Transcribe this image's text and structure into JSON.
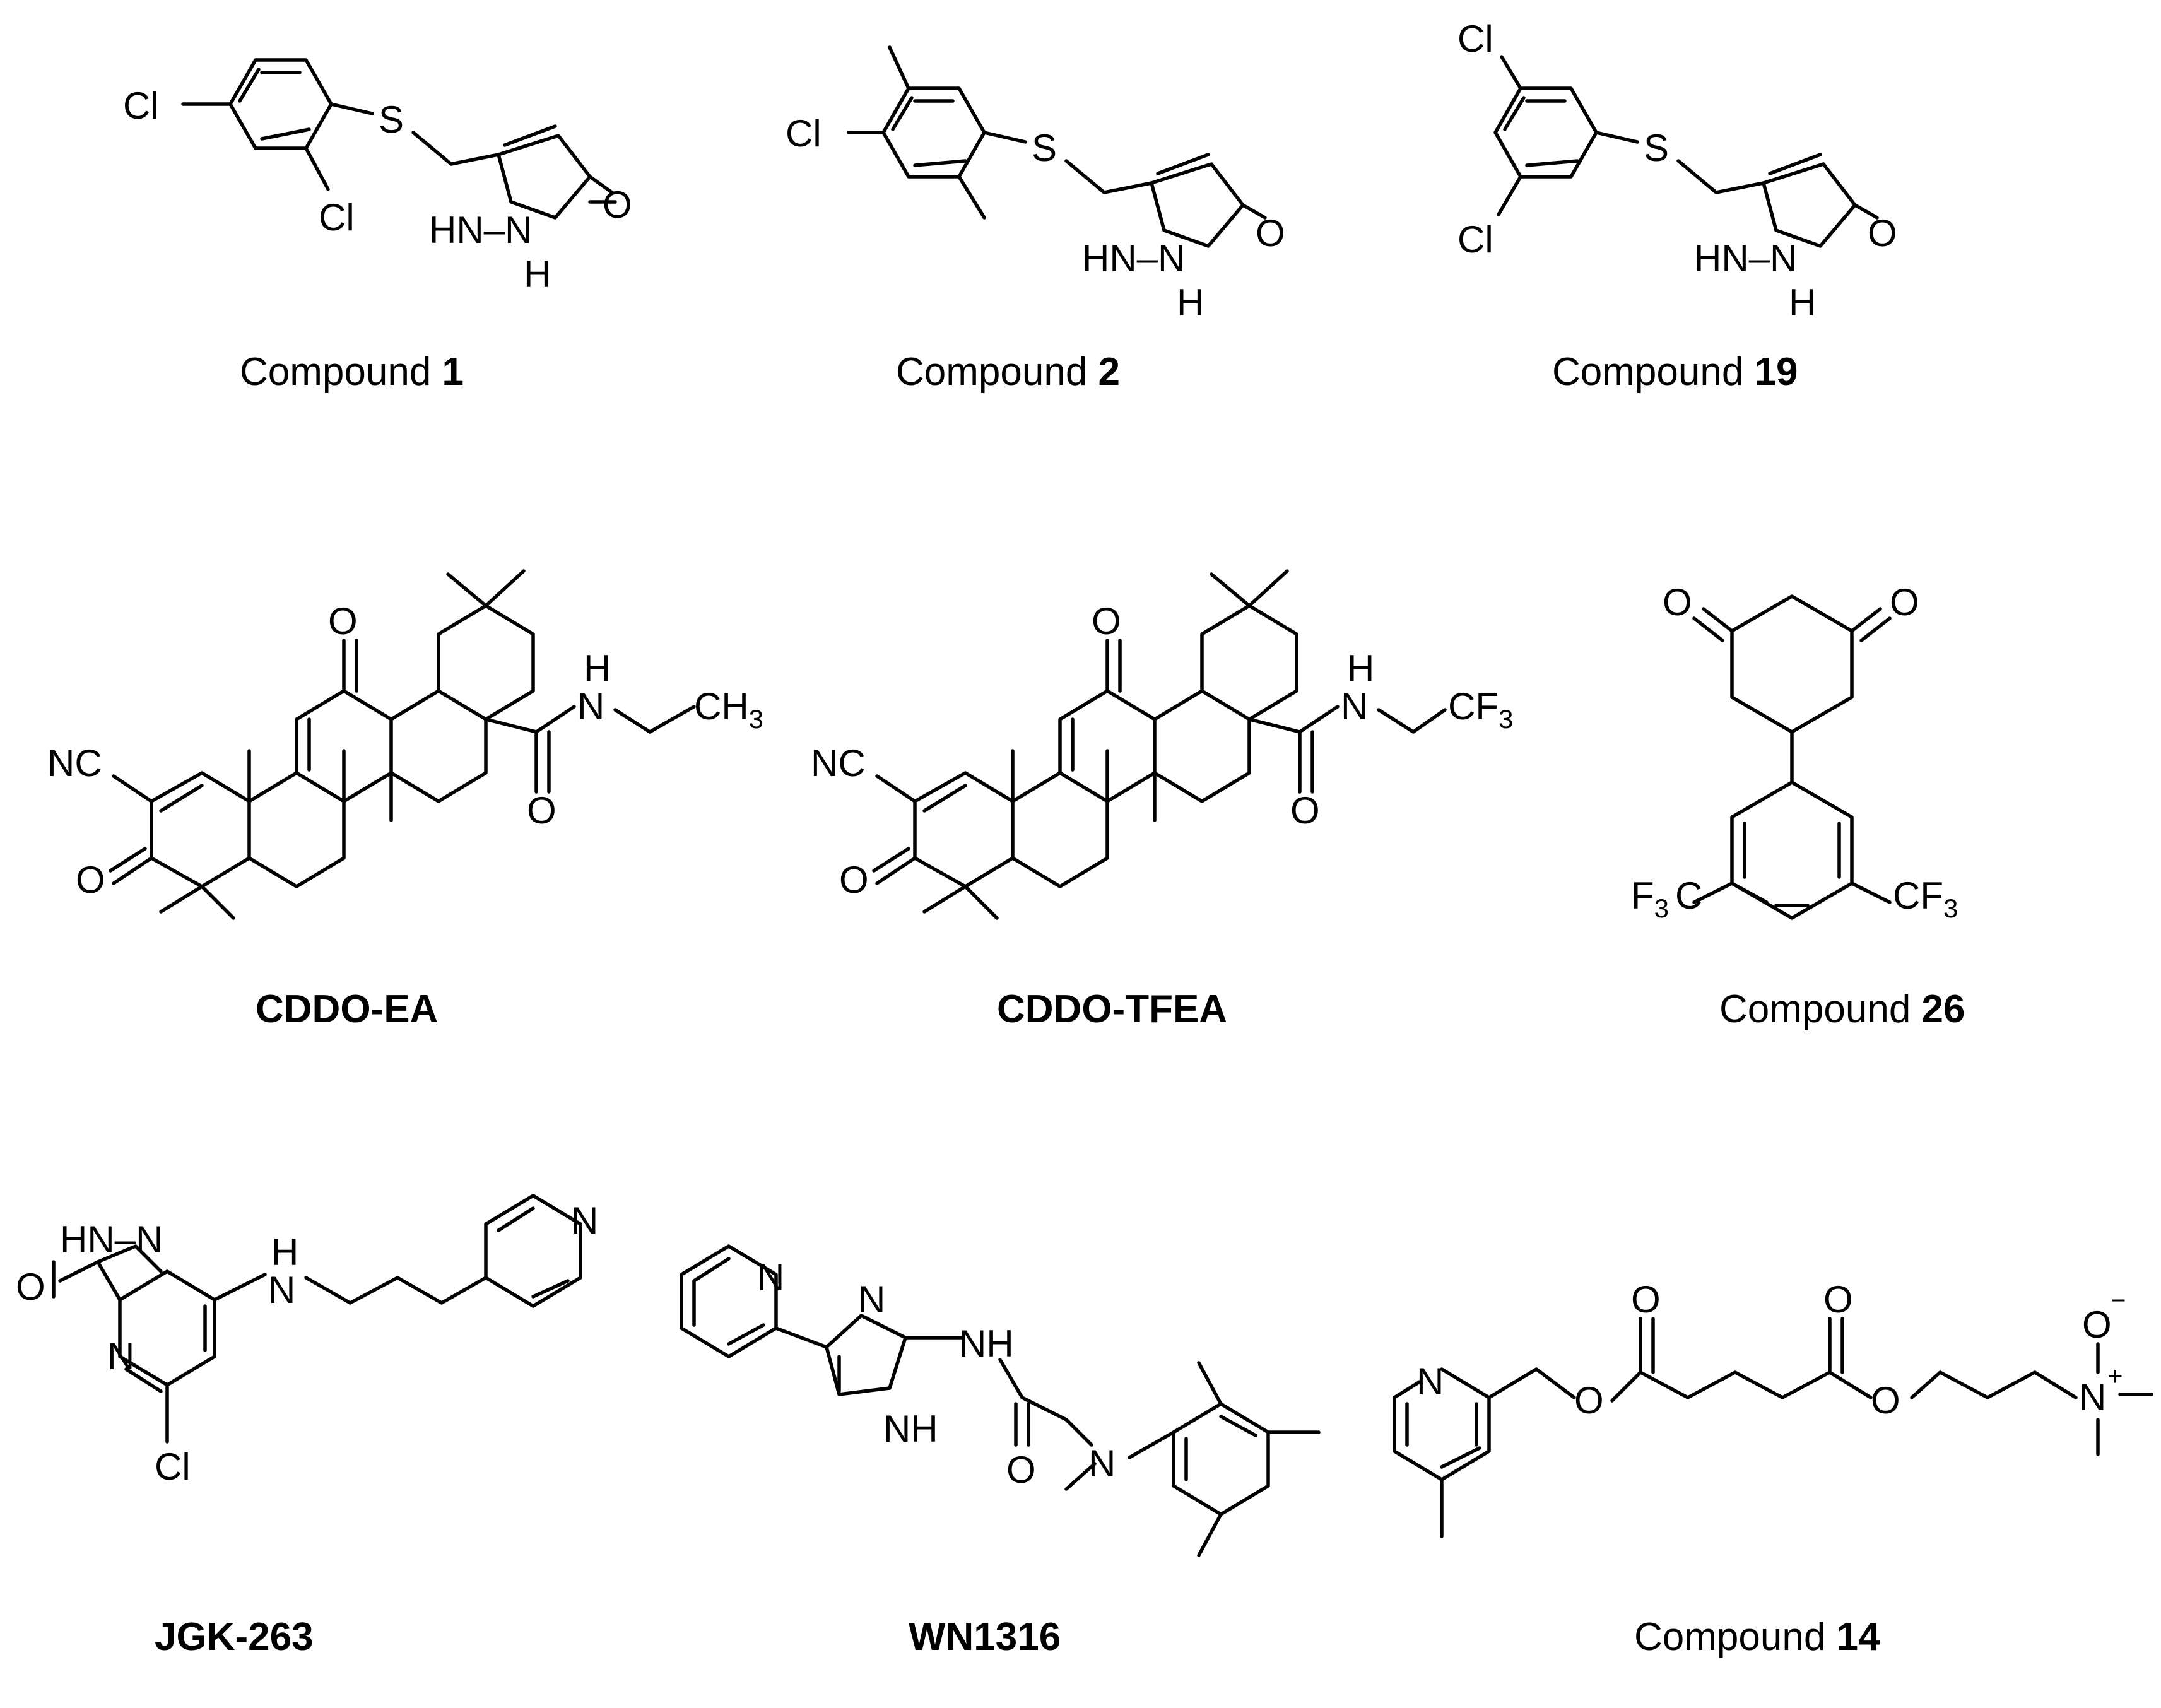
{
  "compounds": [
    {
      "id": "c1",
      "caption_prefix": "Compound ",
      "caption_bold": "1"
    },
    {
      "id": "c2",
      "caption_prefix": "Compound ",
      "caption_bold": "2"
    },
    {
      "id": "c19",
      "caption_prefix": "Compound ",
      "caption_bold": "19"
    },
    {
      "id": "cddo_ea",
      "caption_prefix": "",
      "caption_bold": "CDDO-EA"
    },
    {
      "id": "cddo_tfea",
      "caption_prefix": "",
      "caption_bold": "CDDO-TFEA"
    },
    {
      "id": "c26",
      "caption_prefix": "Compound ",
      "caption_bold": "26"
    },
    {
      "id": "jgk",
      "caption_prefix": "",
      "caption_bold": "JGK-263"
    },
    {
      "id": "wn",
      "caption_prefix": "",
      "caption_bold": "WN1316"
    },
    {
      "id": "c14",
      "caption_prefix": "Compound ",
      "caption_bold": "14"
    }
  ],
  "atoms": {
    "Cl": "Cl",
    "S": "S",
    "O": "O",
    "N": "N",
    "H": "H",
    "HN": "HN",
    "NH": "NH",
    "NC": "NC",
    "CH": "CH",
    "CF": "CF",
    "F": "F",
    "HN_N": "HN–N",
    "sub3": "3",
    "minus": "−",
    "plus": "+"
  }
}
